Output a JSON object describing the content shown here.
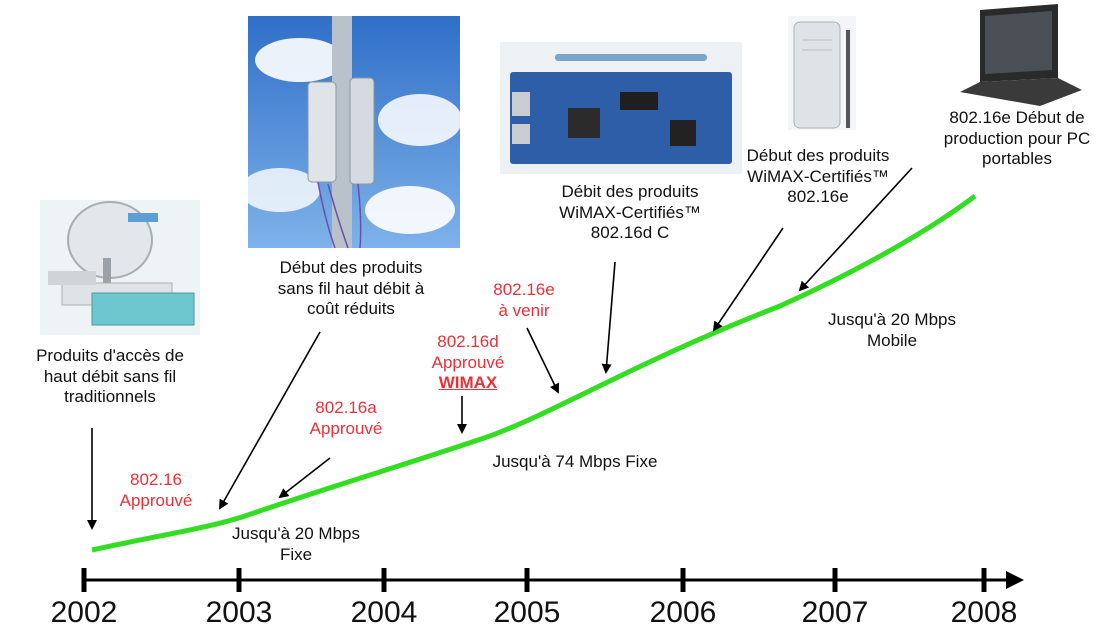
{
  "colors": {
    "curve": "#33dd22",
    "milestone": "#e8323a",
    "text": "#111111",
    "axis": "#000000"
  },
  "timeline": {
    "years": [
      "2002",
      "2003",
      "2004",
      "2005",
      "2006",
      "2007",
      "2008"
    ]
  },
  "labels": {
    "traditional": [
      "Produits d'accès de",
      "haut débit sans fil",
      "traditionnels"
    ],
    "low_cost": [
      "Début des produits",
      "sans fil haut débit à",
      "coût réduits"
    ],
    "certified_d": [
      "Débit des produits",
      "WiMAX-Certifiés™",
      "802.16d C"
    ],
    "certified_e": [
      "Début des produits",
      "WiMAX-Certifiés™",
      "802.16e"
    ],
    "portable": [
      "802.16e Début de",
      "production pour PC",
      "portables"
    ],
    "speed_20_fixed": [
      "Jusqu'à 20 Mbps",
      "Fixe"
    ],
    "speed_74_fixed": "Jusqu'à 74 Mbps Fixe",
    "speed_20_mobile": [
      "Jusqu'à 20 Mbps",
      "Mobile"
    ]
  },
  "milestones": {
    "m_80216": [
      "802.16",
      "Approuvé"
    ],
    "m_80216a": [
      "802.16a",
      "Approuvé"
    ],
    "m_80216d": [
      "802.16d",
      "Approuvé"
    ],
    "m_wimax": "WIMAX",
    "m_80216e": [
      "802.16e",
      "à venir"
    ]
  },
  "images": [
    "satellite-dish-equipment",
    "antenna-on-mast-sky",
    "circuit-board-with-pencil",
    "wireless-router",
    "laptop"
  ]
}
